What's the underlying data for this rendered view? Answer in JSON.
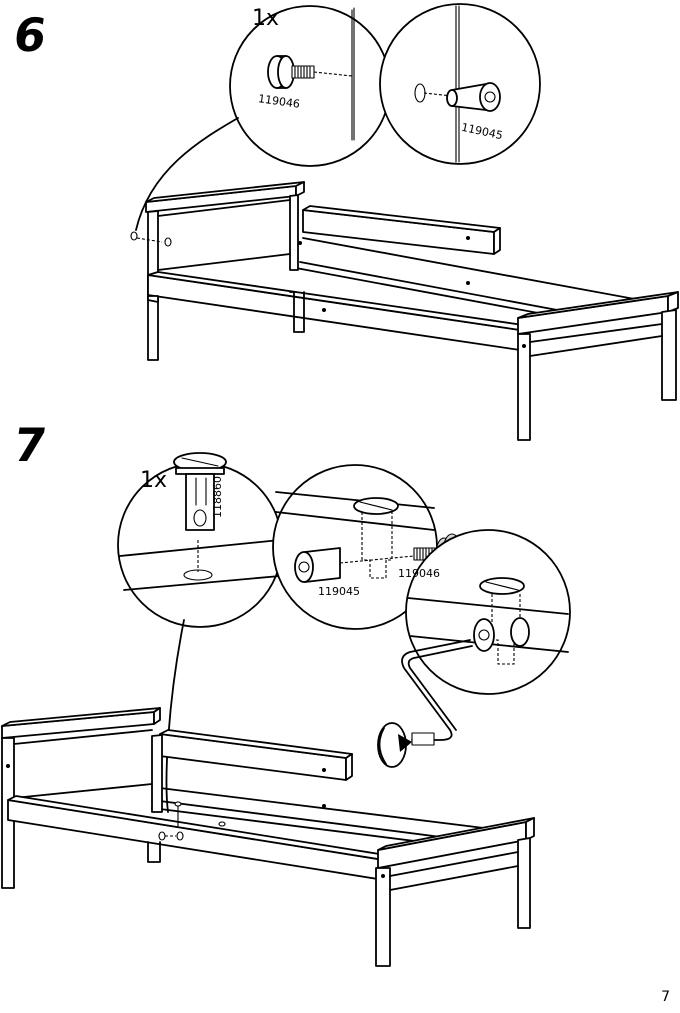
{
  "page": {
    "number": "7"
  },
  "steps": [
    {
      "number": "6",
      "quantity": "1x",
      "parts": [
        "119046",
        "119045"
      ]
    },
    {
      "number": "7",
      "quantity": "1x",
      "parts": [
        "118860",
        "119045",
        "119046"
      ]
    }
  ]
}
